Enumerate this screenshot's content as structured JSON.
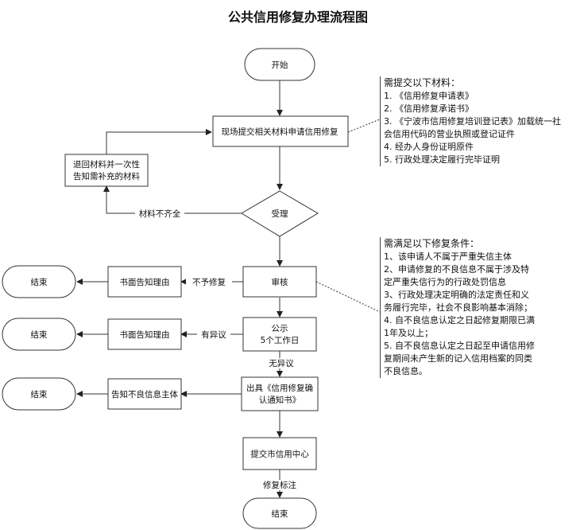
{
  "title": "公共信用修复办理流程图",
  "nodes": {
    "start": "开始",
    "apply": "现场提交相关材料申请信用修复",
    "return": [
      "退回材料并一次性",
      "告知需补充的材料"
    ],
    "accept": "受理",
    "review": "审核",
    "reason1": "书面告知理由",
    "end1": "结束",
    "publicity": [
      "公示",
      "5个工作日"
    ],
    "reason2": "书面告知理由",
    "end2": "结束",
    "notice": [
      "出具《信用修复确",
      "认通知书》"
    ],
    "inform": "告知不良信息主体",
    "end3": "结束",
    "submit": "提交市信用中心",
    "end4": "结束"
  },
  "edges": {
    "incomplete": "材料不齐全",
    "reject": "不予修复",
    "objection": "有异议",
    "no_objection": "无异议",
    "repair": "修复标注"
  },
  "notes": {
    "materials": {
      "header": "需提交以下材料：",
      "lines": [
        "1. 《信用修复申请表》",
        "2. 《信用修复承诺书》",
        "3. 《宁波市信用修复培训登记表》加载统一社",
        "会信用代码的营业执照或登记证件",
        "4. 经办人身份证明原件",
        "5. 行政处理决定履行完毕证明"
      ]
    },
    "conditions": {
      "header": "需满足以下修复条件：",
      "lines": [
        "1、该申请人不属于严重失信主体",
        "2、申请修复的不良信息不属于涉及特",
        "定严重失信行为的行政处罚信息",
        "3、行政处理决定明确的法定责任和义",
        "务履行完毕，社会不良影响基本消除；",
        "4. 自不良信息认定之日起修复期限已满",
        "1年及以上；",
        "5. 自不良信息认定之日起至申请信用修",
        "复期间未产生新的记入信用档案的同类",
        "不良信息。"
      ]
    }
  }
}
